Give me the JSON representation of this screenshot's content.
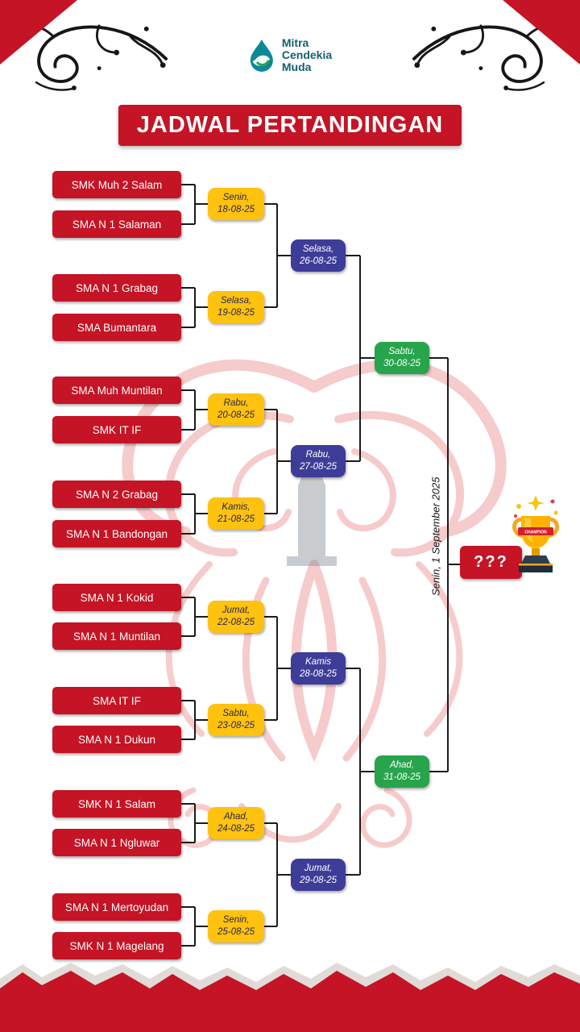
{
  "logo": {
    "line1": "Mitra",
    "line2": "Cendekia",
    "line3": "Muda"
  },
  "title": "JADWAL PERTANDINGAN",
  "bracket": {
    "teams": [
      "SMK Muh 2 Salam",
      "SMA N 1 Salaman",
      "SMA N 1 Grabag",
      "SMA Bumantara",
      "SMA Muh Muntilan",
      "SMK IT IF",
      "SMA N 2 Grabag",
      "SMA N 1 Bandongan",
      "SMA N 1 Kokid",
      "SMA N 1 Muntilan",
      "SMA IT IF",
      "SMA N 1 Dukun",
      "SMK N 1 Salam",
      "SMA N 1 Ngluwar",
      "SMA N 1 Mertoyudan",
      "SMK N 1 Magelang"
    ],
    "round1": [
      {
        "day": "Senin,",
        "date": "18-08-25"
      },
      {
        "day": "Selasa,",
        "date": "19-08-25"
      },
      {
        "day": "Rabu,",
        "date": "20-08-25"
      },
      {
        "day": "Kamis,",
        "date": "21-08-25"
      },
      {
        "day": "Jumat,",
        "date": "22-08-25"
      },
      {
        "day": "Sabtu,",
        "date": "23-08-25"
      },
      {
        "day": "Ahad,",
        "date": "24-08-25"
      },
      {
        "day": "Senin,",
        "date": "25-08-25"
      }
    ],
    "quarterfinals": [
      {
        "day": "Selasa,",
        "date": "26-08-25"
      },
      {
        "day": "Rabu,",
        "date": "27-08-25"
      },
      {
        "day": "Kamis",
        "date": "28-08-25"
      },
      {
        "day": "Jumat,",
        "date": "29-08-25"
      }
    ],
    "semifinals": [
      {
        "day": "Sabtu,",
        "date": "30-08-25"
      },
      {
        "day": "Ahad,",
        "date": "31-08-25"
      }
    ],
    "final_date": "Senin, 1 September 2025",
    "champion_placeholder": "???"
  },
  "trophy": {
    "ribbon_text": "CHAMPION"
  },
  "colors": {
    "red": "#C41425",
    "yellow": "#FFC20E",
    "blue": "#3D3D99",
    "green": "#27A44C"
  }
}
